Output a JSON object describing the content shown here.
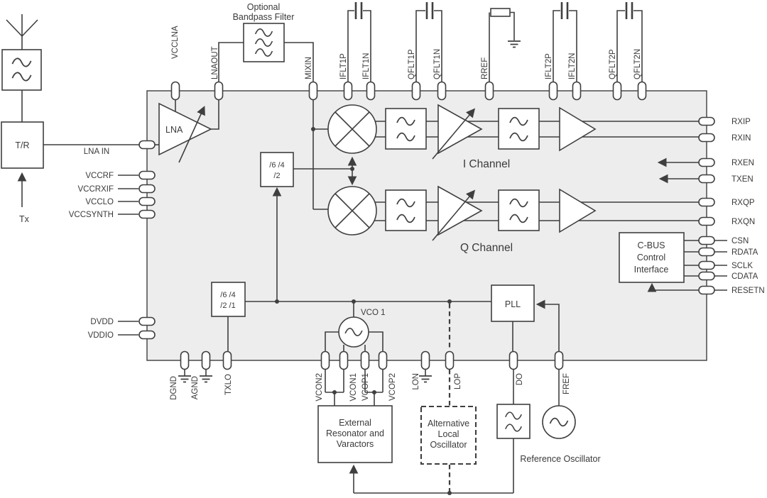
{
  "colors": {
    "line": "#3f3f3f",
    "chip_fill": "#ededed",
    "block_fill": "#ffffff",
    "background": "#ffffff"
  },
  "chip": {
    "pins_top": [
      "VCCLNA",
      "LNAOUT",
      "MIXIN",
      "IFLT1P",
      "IFLT1N",
      "QFLT1P",
      "QFLT1N",
      "RREF",
      "IFLT2P",
      "IFLT2N",
      "QFLT2P",
      "QFLT2N"
    ],
    "pins_left": [
      "VCCRF",
      "VCCRXIF",
      "VCCLO",
      "VCCSYNTH",
      "DVDD",
      "VDDIO"
    ],
    "pins_right": [
      "RXIP",
      "RXIN",
      "RXEN",
      "TXEN",
      "RXQP",
      "RXQN",
      "CSN",
      "RDATA",
      "SCLK",
      "CDATA",
      "RESETN"
    ],
    "pins_bottom": [
      "DGND",
      "AGND",
      "TXLO",
      "VCON2",
      "VCON1",
      "VCOP1",
      "VCOP2",
      "LON",
      "LOP",
      "DO",
      "FREF"
    ]
  },
  "labels": {
    "tr": "T/R",
    "tx": "Tx",
    "lna": "LNA",
    "lna_in": "LNA IN",
    "optional_filter": [
      "Optional",
      "Bandpass Filter"
    ],
    "i_channel": "I Channel",
    "q_channel": "Q Channel",
    "divider_top": [
      "/6 /4",
      "/2"
    ],
    "divider_bottom": [
      "/6 /4",
      "/2 /1"
    ],
    "vco": "VCO 1",
    "pll": "PLL",
    "cbus": [
      "C-BUS",
      "Control",
      "Interface"
    ],
    "external_resonator": [
      "External",
      "Resonator and",
      "Varactors"
    ],
    "alternative_lo": [
      "Alternative",
      "Local",
      "Oscillator"
    ],
    "reference_oscillator": "Reference Oscillator"
  }
}
